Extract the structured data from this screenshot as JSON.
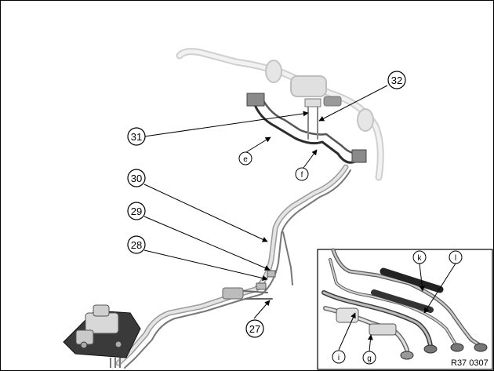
{
  "diagram": {
    "reference": "R37 0307",
    "callouts": {
      "c32": "32",
      "c31": "31",
      "c30": "30",
      "c29": "29",
      "c28": "28",
      "c27": "27",
      "ce": "e",
      "cf": "f",
      "ck": "k",
      "cl": "l",
      "ci": "i",
      "cg": "g"
    }
  }
}
